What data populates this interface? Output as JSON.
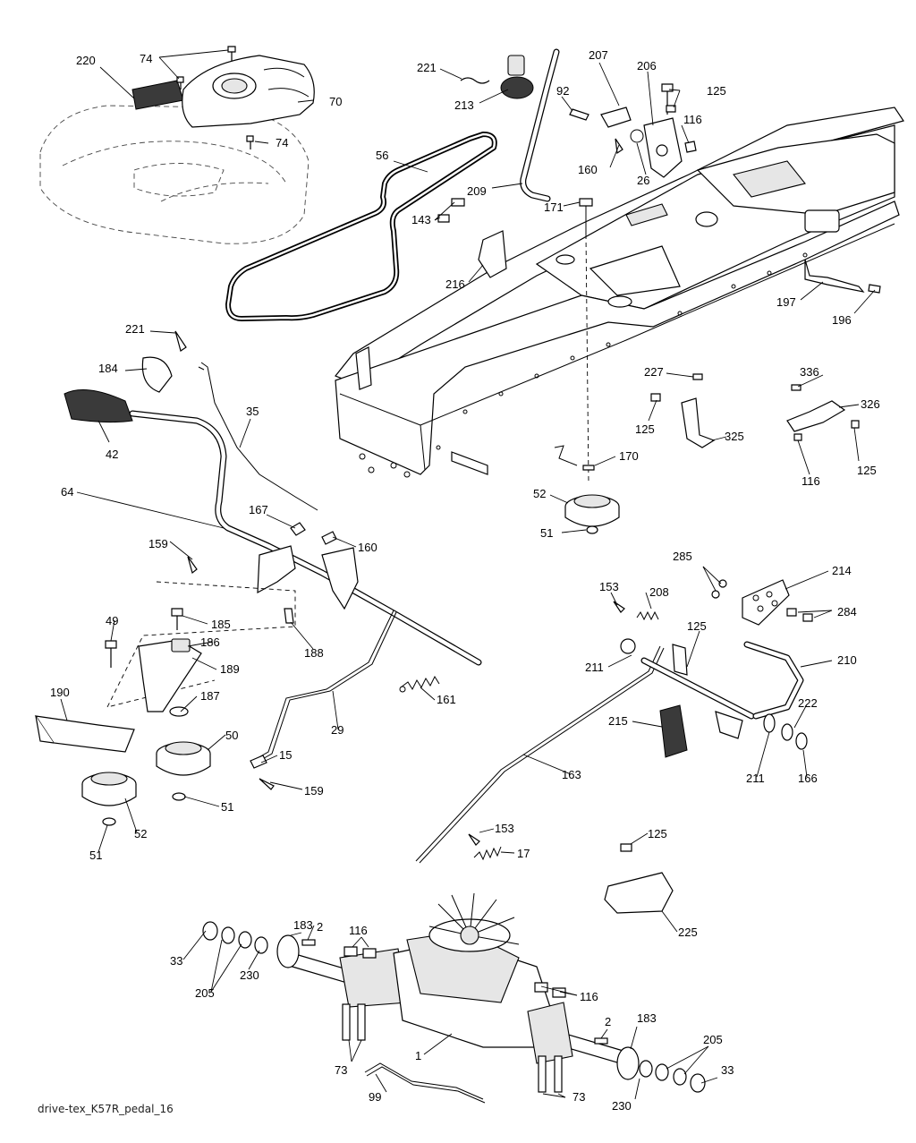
{
  "caption": "drive-tex_K57R_pedal_16",
  "callouts": [
    {
      "id": "c220",
      "text": "220"
    },
    {
      "id": "c74a",
      "text": "74"
    },
    {
      "id": "c70",
      "text": "70"
    },
    {
      "id": "c74b",
      "text": "74"
    },
    {
      "id": "c56",
      "text": "56"
    },
    {
      "id": "c221a",
      "text": "221"
    },
    {
      "id": "c213",
      "text": "213"
    },
    {
      "id": "c207",
      "text": "207"
    },
    {
      "id": "c206",
      "text": "206"
    },
    {
      "id": "c125a",
      "text": "125"
    },
    {
      "id": "c92",
      "text": "92"
    },
    {
      "id": "c116a",
      "text": "116"
    },
    {
      "id": "c160a",
      "text": "160"
    },
    {
      "id": "c26",
      "text": "26"
    },
    {
      "id": "c209",
      "text": "209"
    },
    {
      "id": "c143",
      "text": "143"
    },
    {
      "id": "c171",
      "text": "171"
    },
    {
      "id": "c216",
      "text": "216"
    },
    {
      "id": "c197",
      "text": "197"
    },
    {
      "id": "c196",
      "text": "196"
    },
    {
      "id": "c221b",
      "text": "221"
    },
    {
      "id": "c184",
      "text": "184"
    },
    {
      "id": "c42",
      "text": "42"
    },
    {
      "id": "c35",
      "text": "35"
    },
    {
      "id": "c227",
      "text": "227"
    },
    {
      "id": "c336",
      "text": "336"
    },
    {
      "id": "c326",
      "text": "326"
    },
    {
      "id": "c125b",
      "text": "125"
    },
    {
      "id": "c325",
      "text": "325"
    },
    {
      "id": "c116b",
      "text": "116"
    },
    {
      "id": "c125c",
      "text": "125"
    },
    {
      "id": "c170",
      "text": "170"
    },
    {
      "id": "c52a",
      "text": "52"
    },
    {
      "id": "c51a",
      "text": "51"
    },
    {
      "id": "c64",
      "text": "64"
    },
    {
      "id": "c167",
      "text": "167"
    },
    {
      "id": "c160b",
      "text": "160"
    },
    {
      "id": "c159a",
      "text": "159"
    },
    {
      "id": "c285",
      "text": "285"
    },
    {
      "id": "c214",
      "text": "214"
    },
    {
      "id": "c153a",
      "text": "153"
    },
    {
      "id": "c208",
      "text": "208"
    },
    {
      "id": "c284",
      "text": "284"
    },
    {
      "id": "c49",
      "text": "49"
    },
    {
      "id": "c185",
      "text": "185"
    },
    {
      "id": "c186",
      "text": "186"
    },
    {
      "id": "c188",
      "text": "188"
    },
    {
      "id": "c125d",
      "text": "125"
    },
    {
      "id": "c210",
      "text": "210"
    },
    {
      "id": "c189",
      "text": "189"
    },
    {
      "id": "c211a",
      "text": "211"
    },
    {
      "id": "c161",
      "text": "161"
    },
    {
      "id": "c187",
      "text": "187"
    },
    {
      "id": "c190",
      "text": "190"
    },
    {
      "id": "c222",
      "text": "222"
    },
    {
      "id": "c215",
      "text": "215"
    },
    {
      "id": "c50",
      "text": "50"
    },
    {
      "id": "c29",
      "text": "29"
    },
    {
      "id": "c15",
      "text": "15"
    },
    {
      "id": "c163",
      "text": "163"
    },
    {
      "id": "c211b",
      "text": "211"
    },
    {
      "id": "c166",
      "text": "166"
    },
    {
      "id": "c159b",
      "text": "159"
    },
    {
      "id": "c51b",
      "text": "51"
    },
    {
      "id": "c52b",
      "text": "52"
    },
    {
      "id": "c51c",
      "text": "51"
    },
    {
      "id": "c153b",
      "text": "153"
    },
    {
      "id": "c125e",
      "text": "125"
    },
    {
      "id": "c17",
      "text": "17"
    },
    {
      "id": "c225",
      "text": "225"
    },
    {
      "id": "c183a",
      "text": "183"
    },
    {
      "id": "c116c",
      "text": "116"
    },
    {
      "id": "c2a",
      "text": "2"
    },
    {
      "id": "c33a",
      "text": "33"
    },
    {
      "id": "c205a",
      "text": "205"
    },
    {
      "id": "c230a",
      "text": "230"
    },
    {
      "id": "c116d",
      "text": "116"
    },
    {
      "id": "c2b",
      "text": "2"
    },
    {
      "id": "c183b",
      "text": "183"
    },
    {
      "id": "c1",
      "text": "1"
    },
    {
      "id": "c205b",
      "text": "205"
    },
    {
      "id": "c33b",
      "text": "33"
    },
    {
      "id": "c73a",
      "text": "73"
    },
    {
      "id": "c99",
      "text": "99"
    },
    {
      "id": "c73b",
      "text": "73"
    },
    {
      "id": "c230b",
      "text": "230"
    }
  ]
}
